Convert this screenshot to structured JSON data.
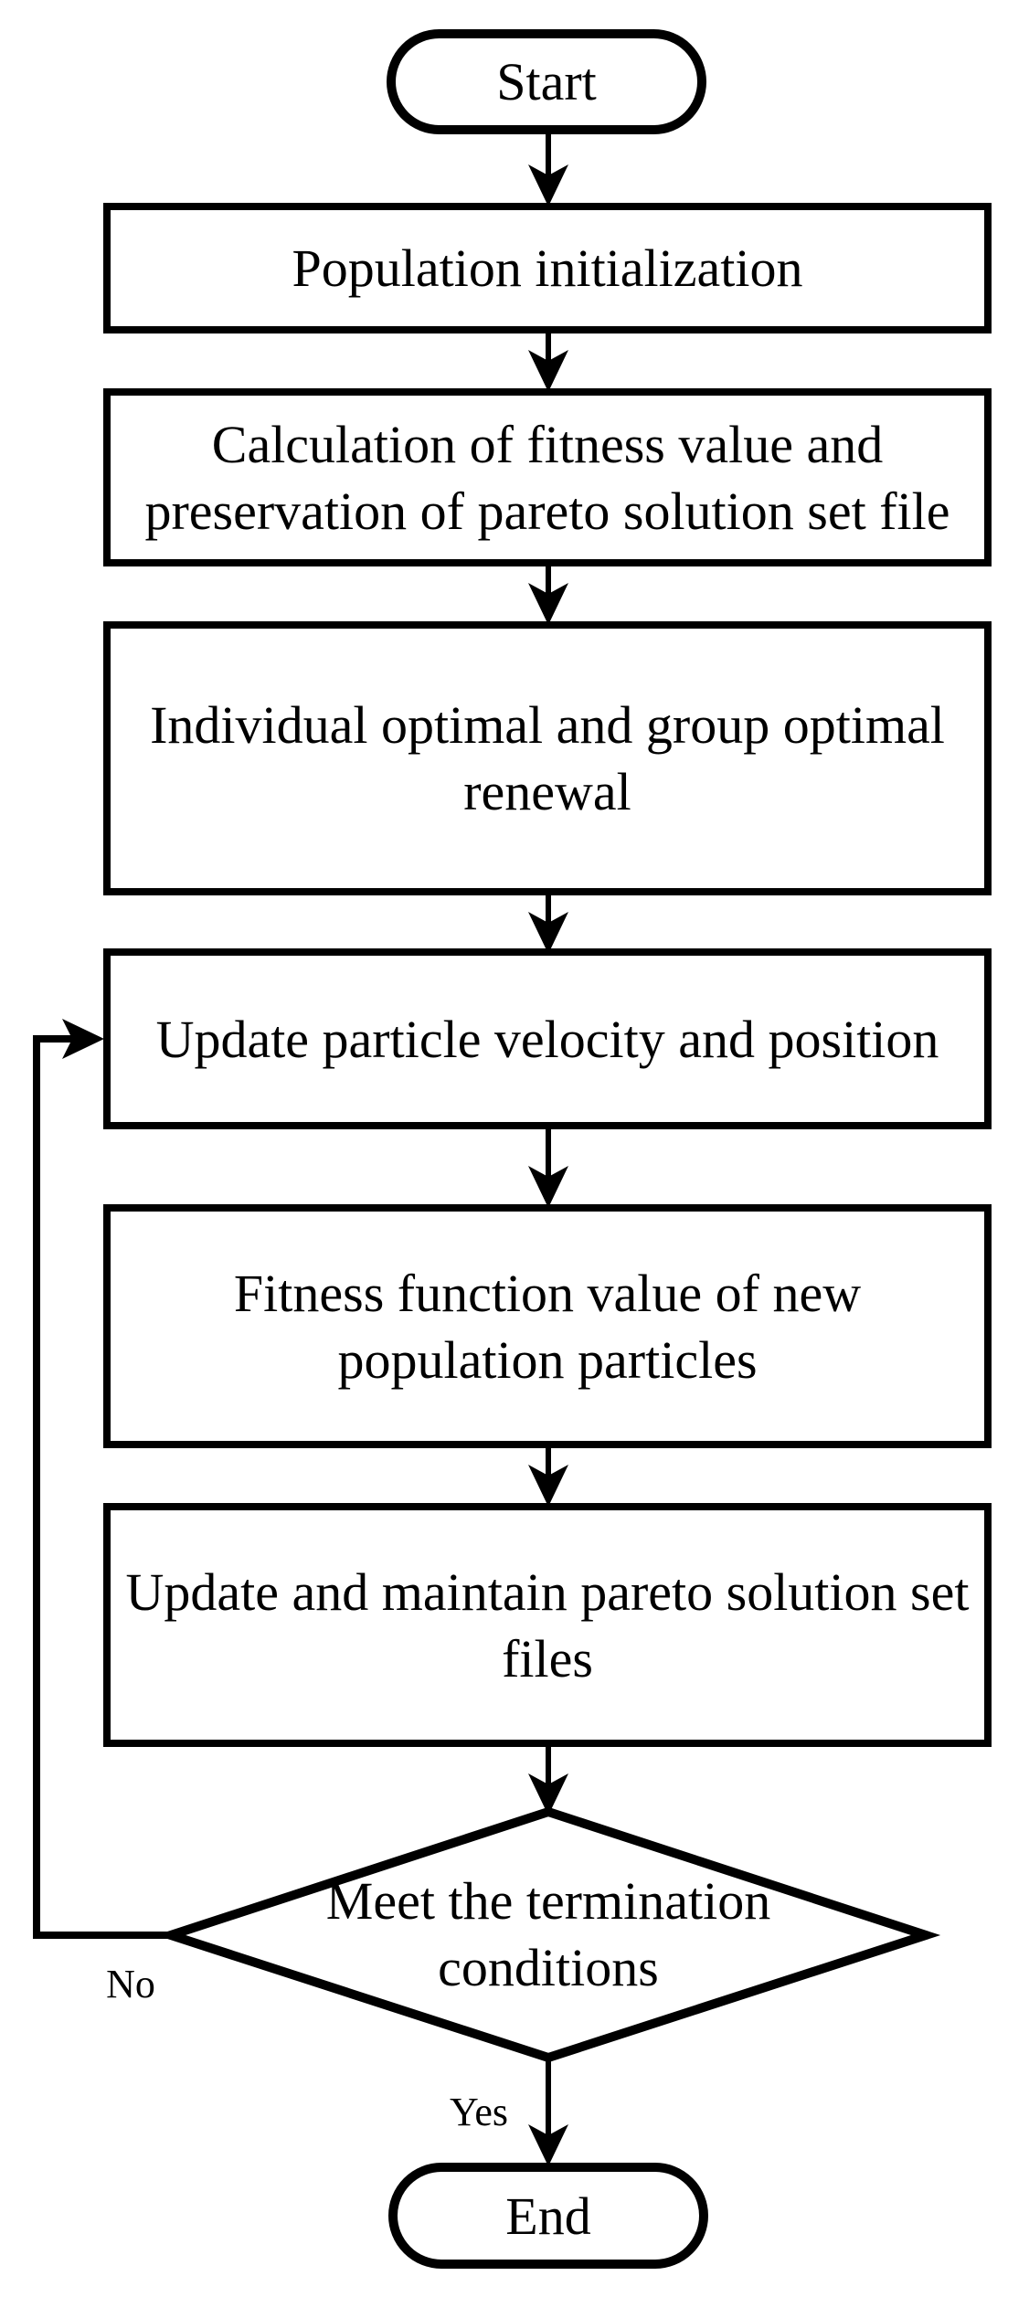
{
  "diagram": {
    "type": "flowchart",
    "colors": {
      "stroke": "#000000",
      "fill": "#ffffff",
      "text": "#000000"
    },
    "nodes": {
      "start": {
        "shape": "stadium",
        "label": "Start"
      },
      "init": {
        "shape": "rect",
        "label": "Population initialization"
      },
      "calc": {
        "shape": "rect",
        "line1": "Calculation of fitness value and",
        "line2": "preservation of pareto solution set file"
      },
      "optimal": {
        "shape": "rect",
        "line1": "Individual optimal and group optimal",
        "line2": "renewal"
      },
      "velocity": {
        "shape": "rect",
        "label": "Update particle velocity and position"
      },
      "fitness": {
        "shape": "rect",
        "line1": "Fitness function value of new",
        "line2": "population particles"
      },
      "maintain": {
        "shape": "rect",
        "line1": "Update and maintain pareto solution set",
        "line2": "files"
      },
      "decision": {
        "shape": "diamond",
        "line1": "Meet the termination",
        "line2": "conditions"
      },
      "end": {
        "shape": "stadium",
        "label": "End"
      }
    },
    "edges": {
      "no_label": "No",
      "yes_label": "Yes"
    }
  }
}
